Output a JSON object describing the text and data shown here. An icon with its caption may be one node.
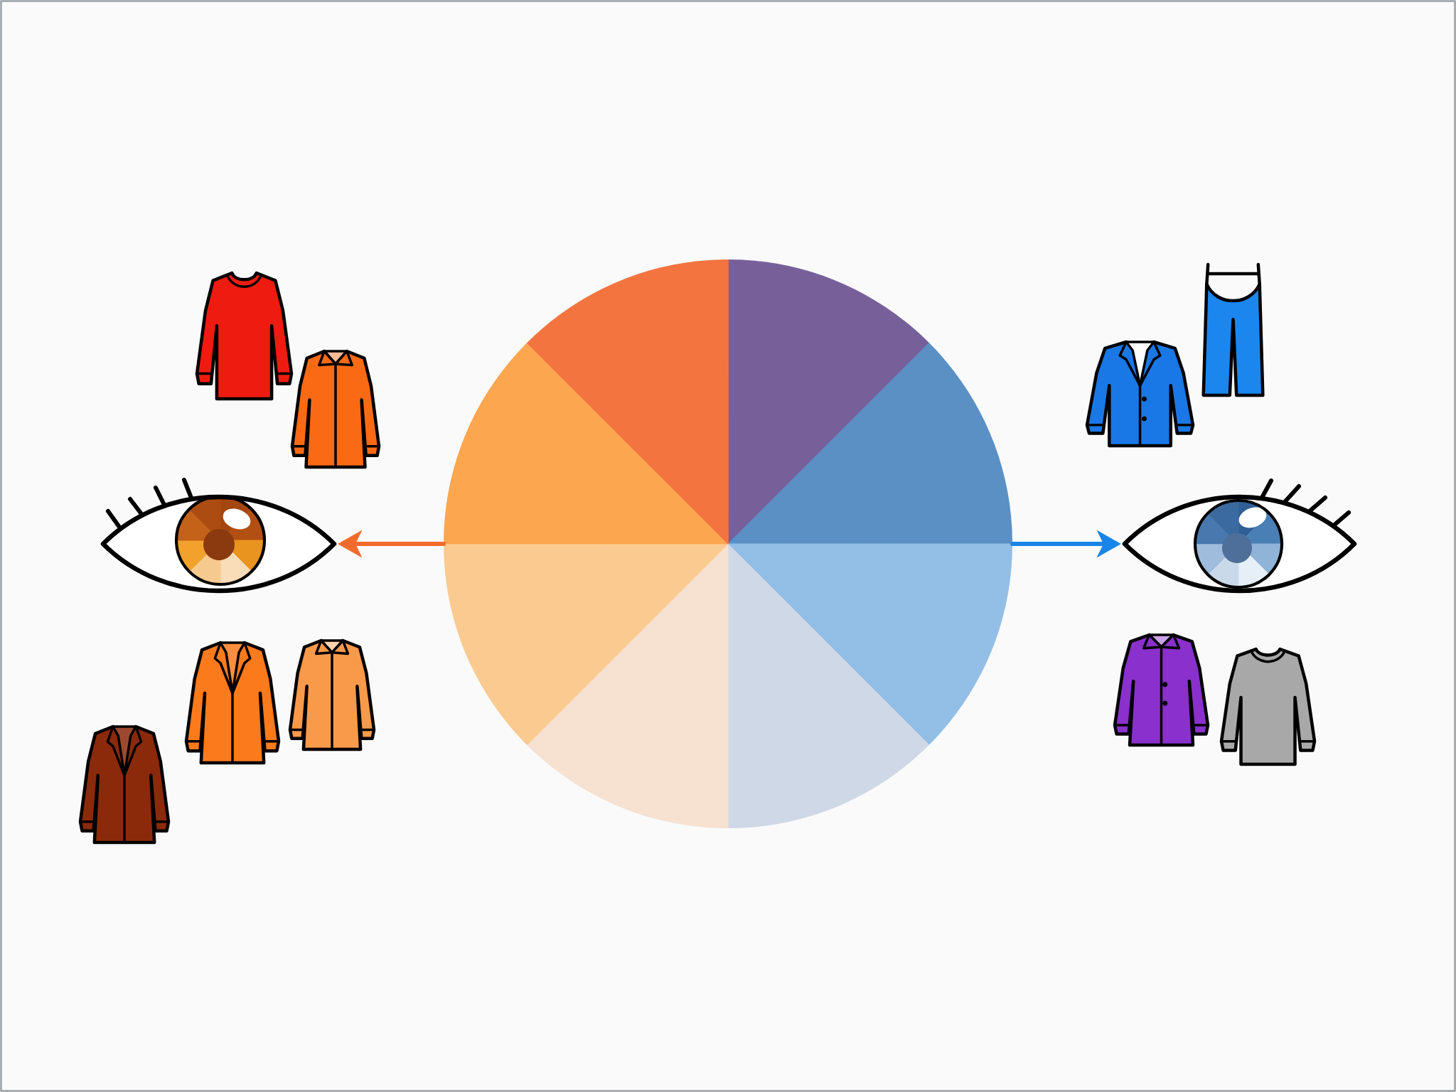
{
  "diagram": {
    "nodes": [
      {
        "text": [],
        "shape": "circle"
      },
      {
        "text": [],
        "shape": "picture"
      },
      {
        "text": [],
        "shape": "picture"
      }
    ],
    "edges": [
      {
        "from": 0,
        "to": 1,
        "arrow": "to",
        "color": "#f26b2b"
      },
      {
        "from": 0,
        "to": 2,
        "arrow": "to",
        "color": "#1a85e8"
      }
    ]
  }
}
